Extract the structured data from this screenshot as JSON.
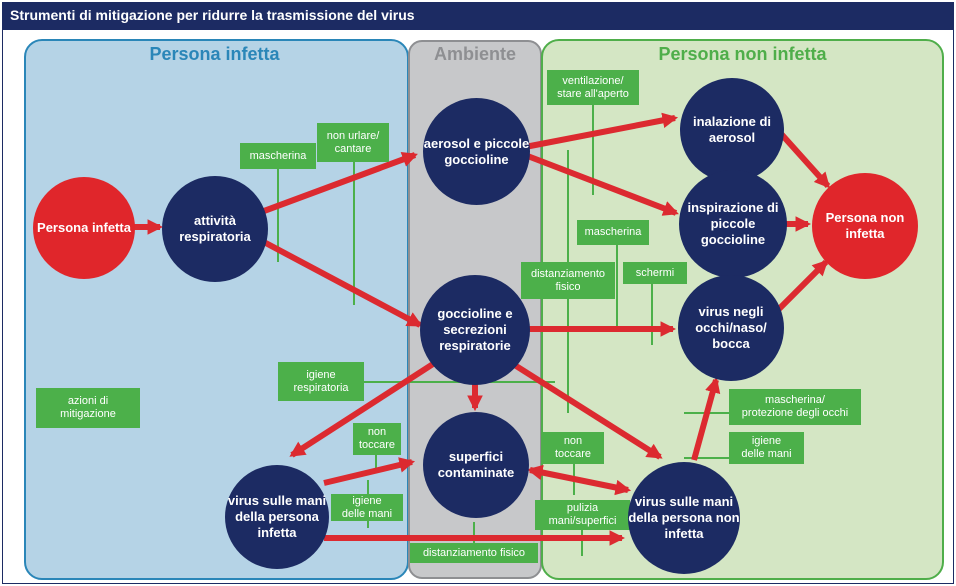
{
  "title": "Strumenti di mitigazione per ridurre la trasmissione del virus",
  "panels": {
    "infected": "Persona infetta",
    "environment": "Ambiente",
    "noninfected": "Persona non infetta"
  },
  "nodes": {
    "persona_infetta": "Persona infetta",
    "attivita": "attività respiratoria",
    "aerosol": "aerosol e piccole goccioline",
    "goccioline": "goccioline e secrezioni respiratorie",
    "superfici": "superfici contaminate",
    "mani_infetta": "virus sulle mani della persona infetta",
    "inalazione": "inalazione di aerosol",
    "inspirazione": "inspirazione di piccole goccioline",
    "occhi": "virus negli occhi/naso/ bocca",
    "mani_noninfetta": "virus sulle mani della persona non infetta",
    "persona_noninfetta": "Persona non infetta"
  },
  "tags": {
    "mascherina_1": "mascherina",
    "non_urlare": "non urlare/\ncantare",
    "ventilazione": "ventilazione/\nstare all'aperto",
    "mascherina_2": "mascherina",
    "distanziamento": "distanziamento\nfisico",
    "schermi": "schermi",
    "igiene_respiratoria": "igiene\nrespiratoria",
    "azioni": "azioni di\nmitigazione",
    "non_toccare_1": "non\ntoccare",
    "igiene_mani_1": "igiene\ndelle mani",
    "non_toccare_2": "non\ntoccare",
    "pulizia": "pulizia\nmani/superfici",
    "distanziamento_fisico": "distanziamento fisico",
    "mascherina_occhi": "mascherina/\nprotezione degli occhi",
    "igiene_mani_2": "igiene\ndelle mani"
  },
  "colors": {
    "title_bar": "#1c2b63",
    "node_navy": "#1c2b63",
    "node_red": "#e0262b",
    "arrow": "#dc2a30",
    "tag_green": "#4cb04a",
    "panel_infected": "#b5d3e6",
    "panel_environment": "#c7c8ca",
    "panel_noninfected": "#d4e6c4"
  }
}
